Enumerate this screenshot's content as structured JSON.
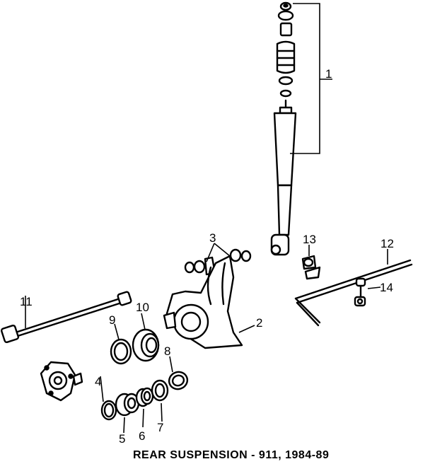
{
  "caption": "REAR SUSPENSION - 911, 1984-89",
  "callouts": {
    "c1": "1",
    "c2": "2",
    "c3": "3",
    "c4": "4",
    "c5": "5",
    "c6": "6",
    "c7": "7",
    "c8": "8",
    "c9": "9",
    "c10": "10",
    "c11": "11",
    "c12": "12",
    "c13": "13",
    "c14": "14"
  }
}
